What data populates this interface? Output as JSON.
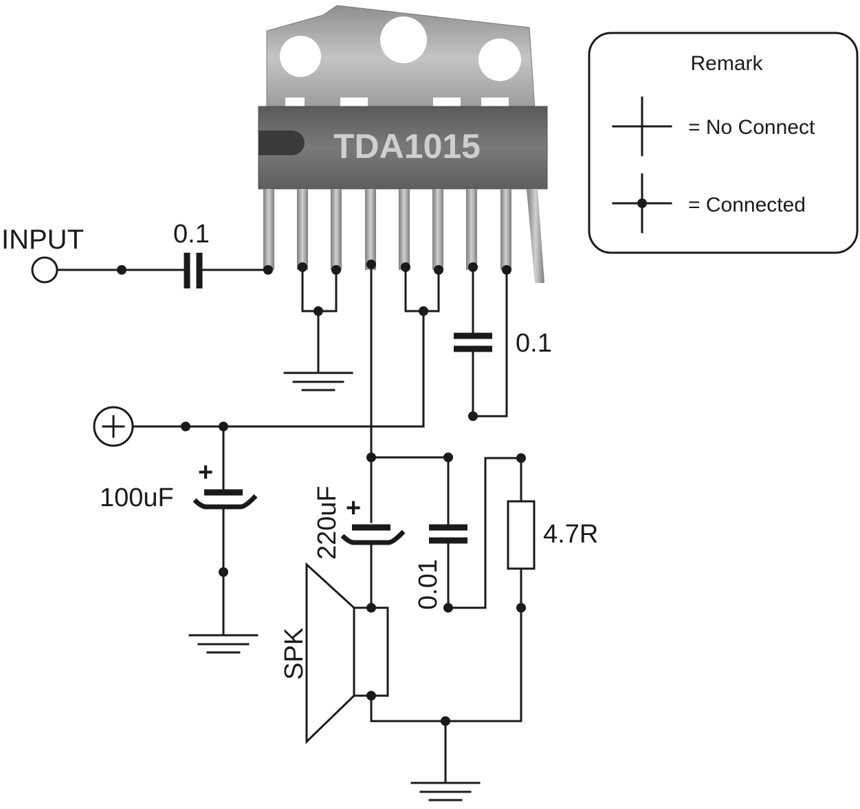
{
  "chip": {
    "label": "TDA1015"
  },
  "labels": {
    "input": "INPUT",
    "input_cap": "0.1",
    "pin_cap": "0.1",
    "supply_cap": "100uF",
    "output_cap": "220uF",
    "filter_cap": "0.01",
    "resistor": "4.7R",
    "speaker": "SPK",
    "plus_sign_1": "+",
    "plus_sign_2": "+"
  },
  "legend": {
    "title": "Remark",
    "no_connect": "= No Connect",
    "connected": "= Connected"
  },
  "colors": {
    "ink": "#1a1a1a",
    "chip_body": "#6e6e6e",
    "chip_tab": "#a8a8a8",
    "chip_label": "#cfcfcf"
  }
}
